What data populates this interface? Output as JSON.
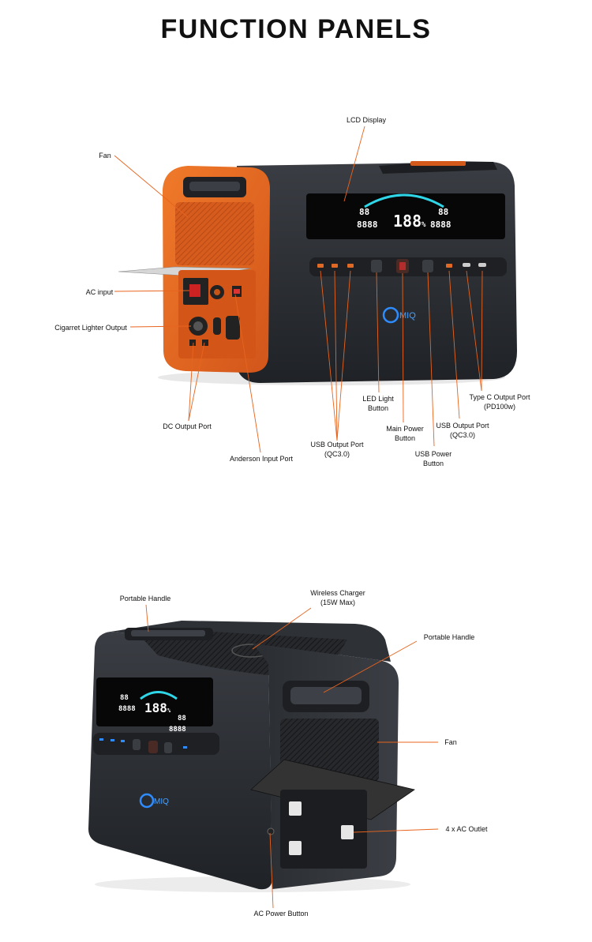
{
  "title": "FUNCTION PANELS",
  "brand": "MIQ",
  "colors": {
    "accent": "#e8641e",
    "body": "#2b2e33",
    "line": "#e8641e"
  },
  "top_view": {
    "labels": {
      "lcd_display": "LCD Display",
      "fan": "Fan",
      "ac_input": "AC input",
      "cigarette_lighter_output": "Cigarret Lighter Output",
      "dc_output_port": "DC Output Port",
      "anderson_input_port": "Anderson Input Port",
      "usb_output_port": [
        "USB Output Port",
        "(QC3.0)"
      ],
      "led_light_button": [
        "LED Light",
        "Button"
      ],
      "main_power_button": [
        "Main Power",
        "Button"
      ],
      "usb_power_button": [
        "USB Power",
        "Button"
      ],
      "usb_output_port_right": [
        "USB Output Port",
        "(QC3.0)"
      ],
      "type_c_output_port": [
        "Type C Output Port",
        "(PD100w)"
      ]
    },
    "lcd": {
      "left_top": "88",
      "left_bottom": "8888",
      "center": "188",
      "center_unit": "%",
      "right_top": "88",
      "right_bottom": "8888"
    }
  },
  "bottom_view": {
    "labels": {
      "portable_handle_left": "Portable Handle",
      "wireless_charger": [
        "Wireless Charger",
        "(15W Max)"
      ],
      "portable_handle_right": "Portable Handle",
      "fan": "Fan",
      "ac_outlet": "4 x AC Outlet",
      "ac_power_button": "AC Power Button"
    },
    "lcd": {
      "left_top": "88",
      "left_bottom": "8888",
      "center": "188",
      "center_unit": "%",
      "right_top": "88",
      "right_bottom": "8888"
    }
  }
}
